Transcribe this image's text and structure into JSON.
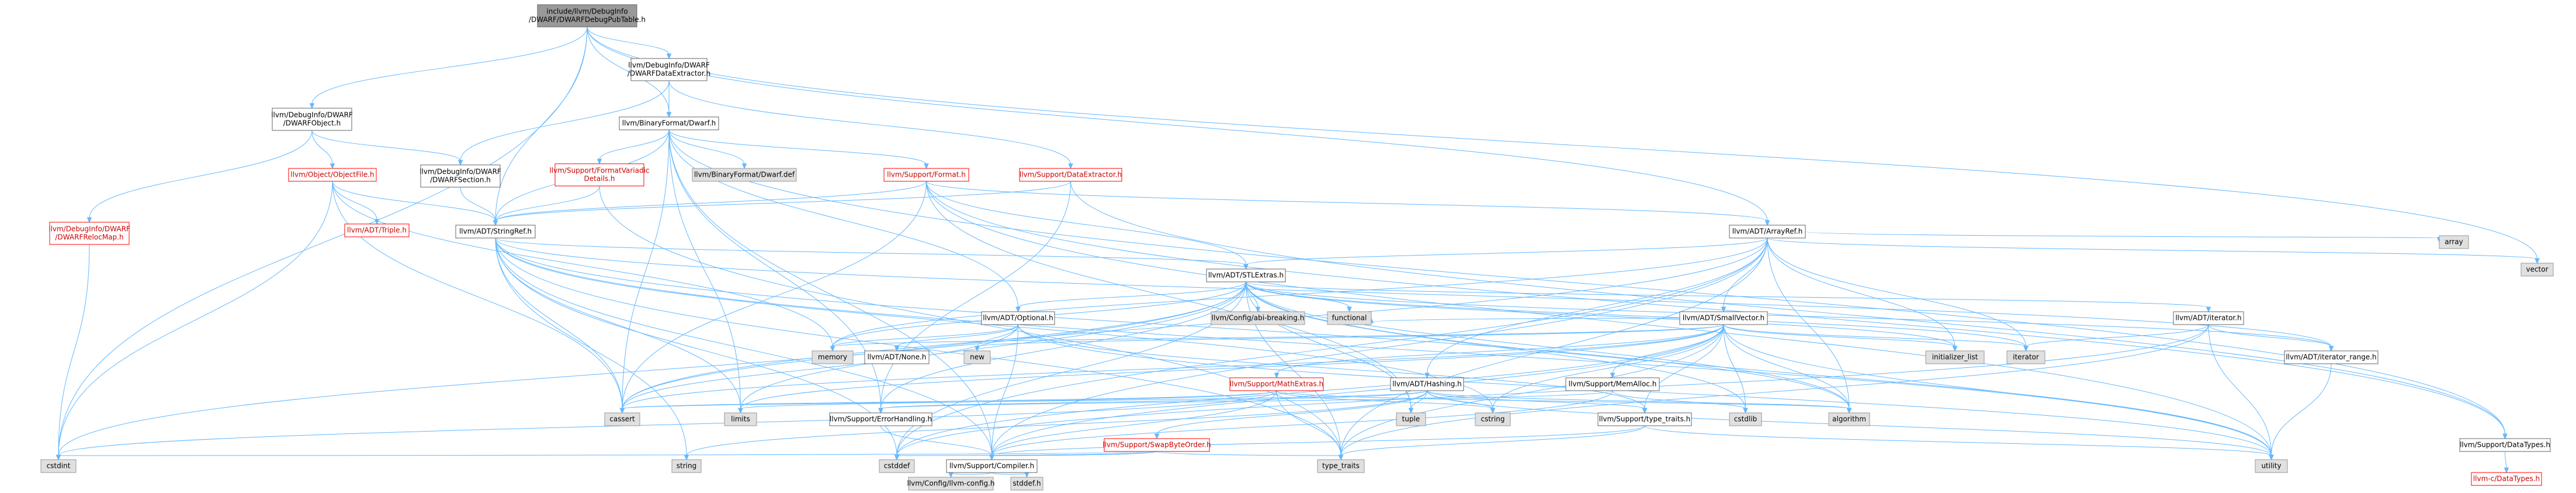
{
  "colors": {
    "root_fill": "#999999",
    "root_stroke": "#666666",
    "local_fill": "#ffffff",
    "local_stroke": "#666666",
    "system_fill": "#e0e0e0",
    "system_stroke": "#999999",
    "truncated_stroke": "#ff0000",
    "link_text": "#000000",
    "truncated_text": "#cc0000",
    "edge": "#63b8ff"
  },
  "nodes": [
    {
      "id": "root",
      "lines": [
        "include/llvm/DebugInfo",
        "/DWARF/DWARFDebugPubTable.h"
      ],
      "kind": "root"
    },
    {
      "id": "dwarfobject",
      "lines": [
        "llvm/DebugInfo/DWARF",
        "/DWARFObject.h"
      ],
      "kind": "local"
    },
    {
      "id": "dataextractor_dwarf",
      "lines": [
        "llvm/DebugInfo/DWARF",
        "/DWARFDataExtractor.h"
      ],
      "kind": "local"
    },
    {
      "id": "binaryformat_dwarf",
      "lines": [
        "llvm/BinaryFormat/Dwarf.h"
      ],
      "kind": "local"
    },
    {
      "id": "relocmap",
      "lines": [
        "llvm/DebugInfo/DWARF",
        "/DWARFRelocMap.h"
      ],
      "kind": "truncated"
    },
    {
      "id": "objectfile",
      "lines": [
        "llvm/Object/ObjectFile.h"
      ],
      "kind": "truncated"
    },
    {
      "id": "dwarfsection",
      "lines": [
        "llvm/DebugInfo/DWARF",
        "/DWARFSection.h"
      ],
      "kind": "local"
    },
    {
      "id": "formatvariadic",
      "lines": [
        "llvm/Support/FormatVariadic",
        "Details.h"
      ],
      "kind": "truncated"
    },
    {
      "id": "dwarfdef",
      "lines": [
        "llvm/BinaryFormat/Dwarf.def"
      ],
      "kind": "system"
    },
    {
      "id": "format",
      "lines": [
        "llvm/Support/Format.h"
      ],
      "kind": "truncated"
    },
    {
      "id": "support_dataextractor",
      "lines": [
        "llvm/Support/DataExtractor.h"
      ],
      "kind": "truncated"
    },
    {
      "id": "triple",
      "lines": [
        "llvm/ADT/Triple.h"
      ],
      "kind": "truncated"
    },
    {
      "id": "stringref",
      "lines": [
        "llvm/ADT/StringRef.h"
      ],
      "kind": "local"
    },
    {
      "id": "arrayref",
      "lines": [
        "llvm/ADT/ArrayRef.h"
      ],
      "kind": "local"
    },
    {
      "id": "stlextras",
      "lines": [
        "llvm/ADT/STLExtras.h"
      ],
      "kind": "local"
    },
    {
      "id": "array",
      "lines": [
        "array"
      ],
      "kind": "system"
    },
    {
      "id": "vector",
      "lines": [
        "vector"
      ],
      "kind": "system"
    },
    {
      "id": "abibreaking",
      "lines": [
        "llvm/Config/abi-breaking.h"
      ],
      "kind": "system"
    },
    {
      "id": "functional",
      "lines": [
        "functional"
      ],
      "kind": "system"
    },
    {
      "id": "optional",
      "lines": [
        "llvm/ADT/Optional.h"
      ],
      "kind": "local"
    },
    {
      "id": "smallvector",
      "lines": [
        "llvm/ADT/SmallVector.h"
      ],
      "kind": "local"
    },
    {
      "id": "adt_iterator",
      "lines": [
        "llvm/ADT/iterator.h"
      ],
      "kind": "local"
    },
    {
      "id": "memory",
      "lines": [
        "memory"
      ],
      "kind": "system"
    },
    {
      "id": "none",
      "lines": [
        "llvm/ADT/None.h"
      ],
      "kind": "local"
    },
    {
      "id": "new",
      "lines": [
        "new"
      ],
      "kind": "system"
    },
    {
      "id": "mathextras",
      "lines": [
        "llvm/Support/MathExtras.h"
      ],
      "kind": "truncated"
    },
    {
      "id": "hashing",
      "lines": [
        "llvm/ADT/Hashing.h"
      ],
      "kind": "local"
    },
    {
      "id": "memalloc",
      "lines": [
        "llvm/Support/MemAlloc.h"
      ],
      "kind": "local"
    },
    {
      "id": "initializer_list",
      "lines": [
        "initializer_list"
      ],
      "kind": "system"
    },
    {
      "id": "iterator",
      "lines": [
        "iterator"
      ],
      "kind": "system"
    },
    {
      "id": "iterator_range",
      "lines": [
        "llvm/ADT/iterator_range.h"
      ],
      "kind": "local"
    },
    {
      "id": "cassert",
      "lines": [
        "cassert"
      ],
      "kind": "system"
    },
    {
      "id": "limits",
      "lines": [
        "limits"
      ],
      "kind": "system"
    },
    {
      "id": "errorhandling",
      "lines": [
        "llvm/Support/ErrorHandling.h"
      ],
      "kind": "local"
    },
    {
      "id": "tuple",
      "lines": [
        "tuple"
      ],
      "kind": "system"
    },
    {
      "id": "cstring",
      "lines": [
        "cstring"
      ],
      "kind": "system"
    },
    {
      "id": "typetraits_h",
      "lines": [
        "llvm/Support/type_traits.h"
      ],
      "kind": "local"
    },
    {
      "id": "cstdlib",
      "lines": [
        "cstdlib"
      ],
      "kind": "system"
    },
    {
      "id": "algorithm",
      "lines": [
        "algorithm"
      ],
      "kind": "system"
    },
    {
      "id": "swapbyteorder",
      "lines": [
        "llvm/Support/SwapByteOrder.h"
      ],
      "kind": "truncated"
    },
    {
      "id": "datatypes",
      "lines": [
        "llvm/Support/DataTypes.h"
      ],
      "kind": "local"
    },
    {
      "id": "cstdint",
      "lines": [
        "cstdint"
      ],
      "kind": "system"
    },
    {
      "id": "string",
      "lines": [
        "string"
      ],
      "kind": "system"
    },
    {
      "id": "cstddef",
      "lines": [
        "cstddef"
      ],
      "kind": "system"
    },
    {
      "id": "compiler",
      "lines": [
        "llvm/Support/Compiler.h"
      ],
      "kind": "local"
    },
    {
      "id": "type_traits",
      "lines": [
        "type_traits"
      ],
      "kind": "system"
    },
    {
      "id": "utility",
      "lines": [
        "utility"
      ],
      "kind": "system"
    },
    {
      "id": "c_datatypes",
      "lines": [
        "llvm-c/DataTypes.h"
      ],
      "kind": "truncated"
    },
    {
      "id": "llvmconfig",
      "lines": [
        "llvm/Config/llvm-config.h"
      ],
      "kind": "system"
    },
    {
      "id": "stddef",
      "lines": [
        "stddef.h"
      ],
      "kind": "system"
    }
  ],
  "edges": [
    [
      "root",
      "dwarfobject"
    ],
    [
      "root",
      "dataextractor_dwarf"
    ],
    [
      "root",
      "binaryformat_dwarf"
    ],
    [
      "root",
      "stringref"
    ],
    [
      "root",
      "arrayref"
    ],
    [
      "root",
      "cstdint"
    ],
    [
      "root",
      "vector"
    ],
    [
      "dwarfobject",
      "relocmap"
    ],
    [
      "dwarfobject",
      "objectfile"
    ],
    [
      "dwarfobject",
      "dwarfsection"
    ],
    [
      "relocmap",
      "cstdint"
    ],
    [
      "objectfile",
      "triple"
    ],
    [
      "objectfile",
      "stringref"
    ],
    [
      "objectfile",
      "cstdint"
    ],
    [
      "objectfile",
      "cassert"
    ],
    [
      "objectfile",
      "memory"
    ],
    [
      "dataextractor_dwarf",
      "binaryformat_dwarf"
    ],
    [
      "dataextractor_dwarf",
      "dwarfsection"
    ],
    [
      "dataextractor_dwarf",
      "support_dataextractor"
    ],
    [
      "dwarfsection",
      "stringref"
    ],
    [
      "binaryformat_dwarf",
      "formatvariadic"
    ],
    [
      "binaryformat_dwarf",
      "dwarfdef"
    ],
    [
      "binaryformat_dwarf",
      "format"
    ],
    [
      "binaryformat_dwarf",
      "optional"
    ],
    [
      "binaryformat_dwarf",
      "stringref"
    ],
    [
      "binaryformat_dwarf",
      "errorhandling"
    ],
    [
      "binaryformat_dwarf",
      "datatypes"
    ],
    [
      "binaryformat_dwarf",
      "limits"
    ],
    [
      "binaryformat_dwarf",
      "cassert"
    ],
    [
      "binaryformat_dwarf",
      "compiler"
    ],
    [
      "formatvariadic",
      "stringref"
    ],
    [
      "formatvariadic",
      "type_traits"
    ],
    [
      "format",
      "arrayref"
    ],
    [
      "format",
      "stlextras"
    ],
    [
      "format",
      "stringref"
    ],
    [
      "format",
      "datatypes"
    ],
    [
      "format",
      "cassert"
    ],
    [
      "format",
      "tuple"
    ],
    [
      "format",
      "utility"
    ],
    [
      "support_dataextractor",
      "stringref"
    ],
    [
      "support_dataextractor",
      "datatypes"
    ],
    [
      "support_dataextractor",
      "errorhandling"
    ],
    [
      "stringref",
      "stlextras"
    ],
    [
      "stringref",
      "iterator_range"
    ],
    [
      "stringref",
      "compiler"
    ],
    [
      "stringref",
      "algorithm"
    ],
    [
      "stringref",
      "cassert"
    ],
    [
      "stringref",
      "cstddef"
    ],
    [
      "stringref",
      "cstring"
    ],
    [
      "stringref",
      "limits"
    ],
    [
      "stringref",
      "string"
    ],
    [
      "stringref",
      "type_traits"
    ],
    [
      "stringref",
      "utility"
    ],
    [
      "arrayref",
      "hashing"
    ],
    [
      "arrayref",
      "smallvector"
    ],
    [
      "arrayref",
      "stlextras"
    ],
    [
      "arrayref",
      "compiler"
    ],
    [
      "arrayref",
      "algorithm"
    ],
    [
      "arrayref",
      "array"
    ],
    [
      "arrayref",
      "cassert"
    ],
    [
      "arrayref",
      "cstddef"
    ],
    [
      "arrayref",
      "initializer_list"
    ],
    [
      "arrayref",
      "iterator"
    ],
    [
      "arrayref",
      "memory"
    ],
    [
      "arrayref",
      "type_traits"
    ],
    [
      "arrayref",
      "vector"
    ],
    [
      "stlextras",
      "abibreaking"
    ],
    [
      "stlextras",
      "functional"
    ],
    [
      "stlextras",
      "optional"
    ],
    [
      "stlextras",
      "adt_iterator"
    ],
    [
      "stlextras",
      "iterator_range"
    ],
    [
      "stlextras",
      "errorhandling"
    ],
    [
      "stlextras",
      "algorithm"
    ],
    [
      "stlextras",
      "cassert"
    ],
    [
      "stlextras",
      "cstddef"
    ],
    [
      "stlextras",
      "cstdint"
    ],
    [
      "stlextras",
      "cstdlib"
    ],
    [
      "stlextras",
      "initializer_list"
    ],
    [
      "stlextras",
      "iterator"
    ],
    [
      "stlextras",
      "limits"
    ],
    [
      "stlextras",
      "memory"
    ],
    [
      "stlextras",
      "tuple"
    ],
    [
      "stlextras",
      "type_traits"
    ],
    [
      "stlextras",
      "utility"
    ],
    [
      "optional",
      "none"
    ],
    [
      "optional",
      "compiler"
    ],
    [
      "optional",
      "typetraits_h"
    ],
    [
      "optional",
      "cassert"
    ],
    [
      "optional",
      "memory"
    ],
    [
      "optional",
      "new"
    ],
    [
      "optional",
      "utility"
    ],
    [
      "smallvector",
      "compiler"
    ],
    [
      "smallvector",
      "memalloc"
    ],
    [
      "smallvector",
      "typetraits_h"
    ],
    [
      "smallvector",
      "algorithm"
    ],
    [
      "smallvector",
      "cassert"
    ],
    [
      "smallvector",
      "cstddef"
    ],
    [
      "smallvector",
      "cstdlib"
    ],
    [
      "smallvector",
      "cstring"
    ],
    [
      "smallvector",
      "functional"
    ],
    [
      "smallvector",
      "initializer_list"
    ],
    [
      "smallvector",
      "iterator"
    ],
    [
      "smallvector",
      "limits"
    ],
    [
      "smallvector",
      "memory"
    ],
    [
      "smallvector",
      "new"
    ],
    [
      "smallvector",
      "type_traits"
    ],
    [
      "smallvector",
      "utility"
    ],
    [
      "adt_iterator",
      "iterator_range"
    ],
    [
      "adt_iterator",
      "cstddef"
    ],
    [
      "adt_iterator",
      "iterator"
    ],
    [
      "adt_iterator",
      "type_traits"
    ],
    [
      "adt_iterator",
      "utility"
    ],
    [
      "iterator_range",
      "utility"
    ],
    [
      "hashing",
      "errorhandling"
    ],
    [
      "hashing",
      "swapbyteorder"
    ],
    [
      "hashing",
      "typetraits_h"
    ],
    [
      "hashing",
      "algorithm"
    ],
    [
      "hashing",
      "cassert"
    ],
    [
      "hashing",
      "cstring"
    ],
    [
      "hashing",
      "string"
    ],
    [
      "hashing",
      "tuple"
    ],
    [
      "hashing",
      "utility"
    ],
    [
      "mathextras",
      "compiler"
    ],
    [
      "mathextras",
      "algorithm"
    ],
    [
      "mathextras",
      "cassert"
    ],
    [
      "mathextras",
      "cstdint"
    ],
    [
      "mathextras",
      "cstring"
    ],
    [
      "mathextras",
      "limits"
    ],
    [
      "mathextras",
      "type_traits"
    ],
    [
      "smallvector",
      "mathextras"
    ],
    [
      "memalloc",
      "compiler"
    ],
    [
      "memalloc",
      "errorhandling"
    ],
    [
      "memalloc",
      "cstdlib"
    ],
    [
      "errorhandling",
      "compiler"
    ],
    [
      "typetraits_h",
      "compiler"
    ],
    [
      "typetraits_h",
      "type_traits"
    ],
    [
      "typetraits_h",
      "utility"
    ],
    [
      "swapbyteorder",
      "compiler"
    ],
    [
      "swapbyteorder",
      "cstddef"
    ],
    [
      "swapbyteorder",
      "cstdint"
    ],
    [
      "swapbyteorder",
      "type_traits"
    ],
    [
      "datatypes",
      "c_datatypes"
    ],
    [
      "compiler",
      "llvmconfig"
    ],
    [
      "compiler",
      "stddef"
    ]
  ]
}
